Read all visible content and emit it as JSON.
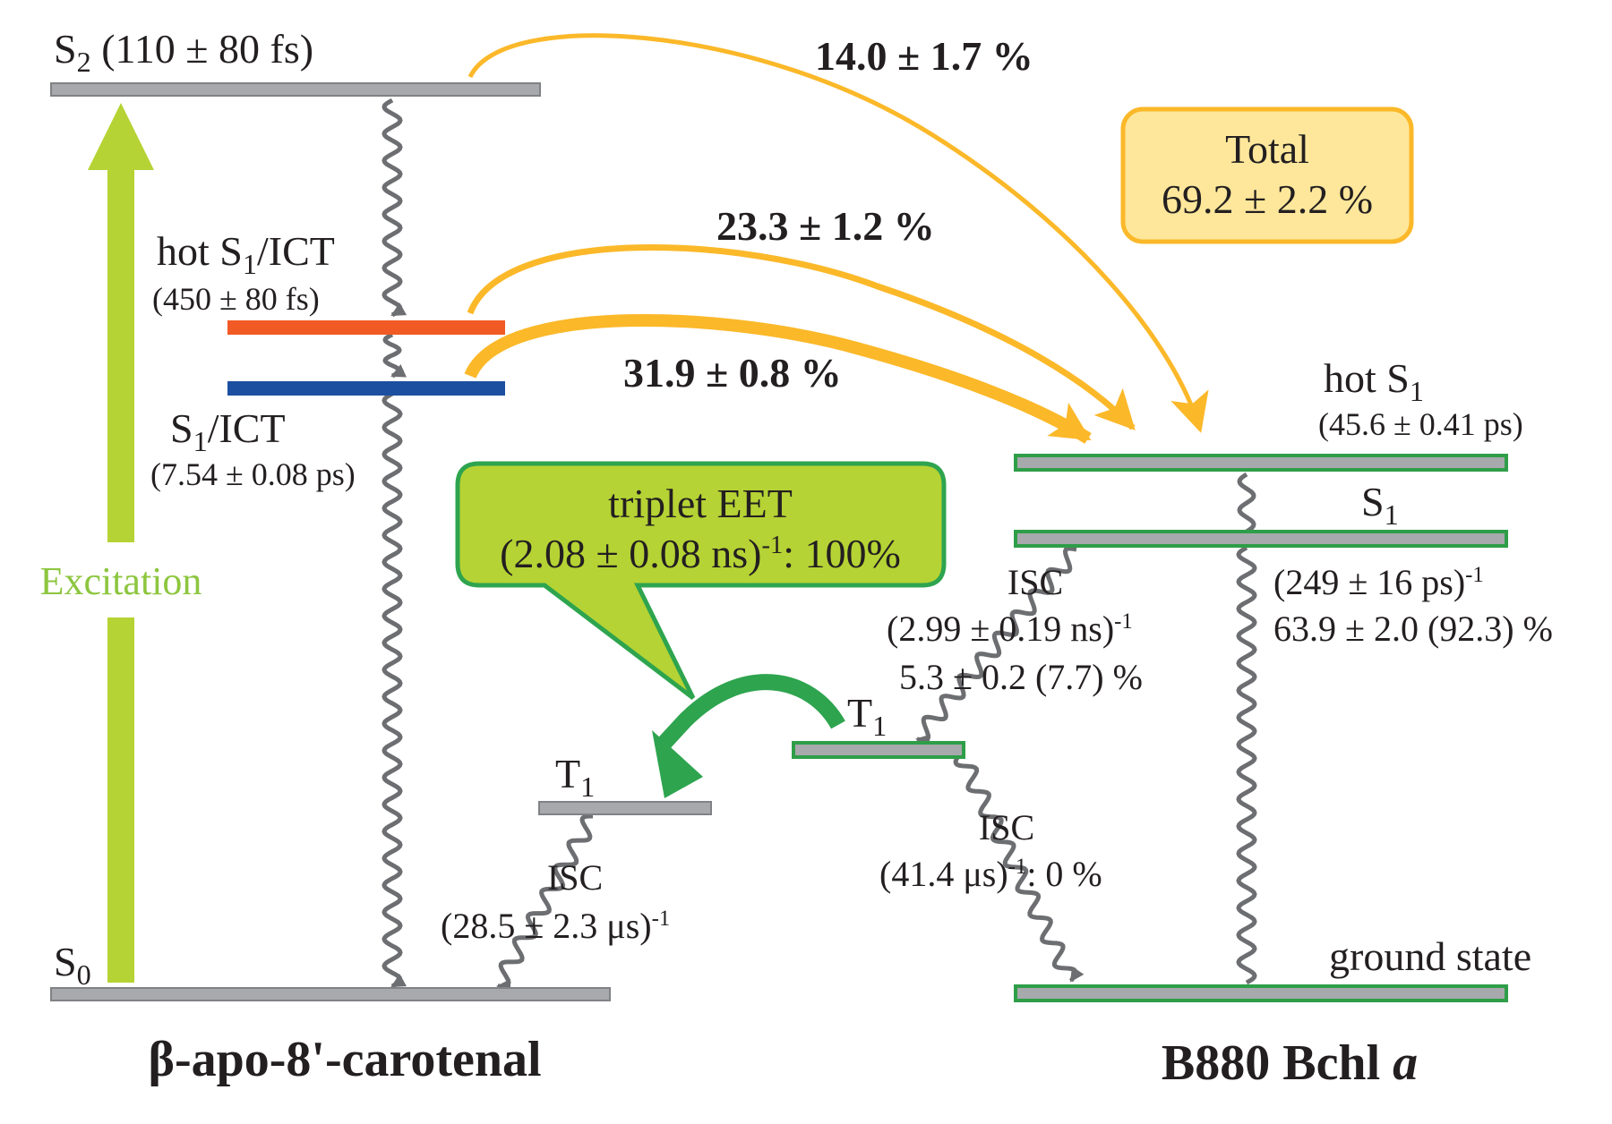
{
  "colors": {
    "level_gray": "#a7a9ac",
    "level_outline": "#808285",
    "green_outline": "#2e9e48",
    "hot_ict": "#f15a24",
    "s1_ict": "#1c4fa0",
    "excitation": "#b5d334",
    "transfer_arrow": "#fbb829",
    "wavy": "#6d6e71",
    "wavy_light": "#d1d3d4",
    "eet_box_fill": "#b5d334",
    "eet_box_stroke": "#2ea44f",
    "eet_arrow": "#2ea44f",
    "total_box_fill": "#fee79b",
    "total_box_stroke": "#fbb829"
  },
  "carotenal": {
    "title": "β-apo-8'-carotenal",
    "s2": {
      "name": "S",
      "sub": "2",
      "lifetime": " (110 ± 80 fs)"
    },
    "hot_s1_ict": {
      "prefix": "hot S",
      "sub": "1",
      "suffix": "/ICT",
      "lifetime": "(450 ± 80 fs)"
    },
    "s1_ict": {
      "prefix": "S",
      "sub": "1",
      "suffix": "/ICT",
      "lifetime": "(7.54 ± 0.08 ps)"
    },
    "s0": {
      "name": "S",
      "sub": "0"
    },
    "t1": {
      "name": "T",
      "sub": "1"
    },
    "excitation_label": "Excitation",
    "isc": {
      "label": "ISC",
      "rate": "(28.5 ± 2.3 μs)",
      "exp": "-1"
    }
  },
  "bchl": {
    "title_main": "B880 Bchl ",
    "title_italic": "a",
    "hot_s1": {
      "prefix": "hot S",
      "sub": "1",
      "lifetime": "(45.6 ± 0.41 ps)"
    },
    "s1": {
      "name": "S",
      "sub": "1",
      "rate": "(249 ± 16 ps)",
      "exp": "-1",
      "yield": "63.9 ± 2.0 (92.3) %"
    },
    "t1": {
      "name": "T",
      "sub": "1"
    },
    "ground_label": "ground state",
    "isc_s1_t1": {
      "label": "ISC",
      "rate": "(2.99 ± 0.19 ns)",
      "exp": "-1",
      "yield": "5.3 ± 0.2 (7.7) %"
    },
    "isc_t1_gs": {
      "label": "ISC",
      "rate": "(41.4 μs)",
      "exp": "-1",
      "yield": ": 0 %"
    }
  },
  "transfers": {
    "from_s2": "14.0 ± 1.7 %",
    "from_hot_s1_ict": "23.3 ± 1.2 %",
    "from_s1_ict": "31.9 ± 0.8 %"
  },
  "total_box": {
    "line1": "Total",
    "line2": "69.2 ± 2.2 %"
  },
  "eet_box": {
    "line1": "triplet EET",
    "rate": "(2.08 ± 0.08 ns)",
    "exp": "-1",
    "yield": ": 100%"
  }
}
